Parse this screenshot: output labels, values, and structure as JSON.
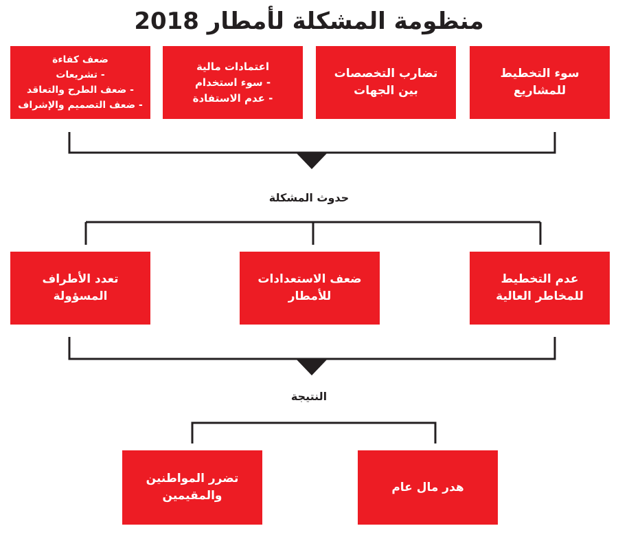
{
  "title": "منظومة المشكلة لأمطار 2018",
  "causes": [
    {
      "lines": [
        "سوء التخطيط",
        "للمشاريع"
      ]
    },
    {
      "lines": [
        "تضارب التخصصات",
        "بين الجهات"
      ]
    },
    {
      "lines": [
        "اعتمادات مالية",
        "- سوء استخدام",
        "- عدم الاستفادة"
      ]
    },
    {
      "lines": [
        "ضعف كفاءة",
        "- تشريعات",
        "- ضعف الطرح والتعاقد",
        "- ضعف التصميم والإشراف"
      ]
    }
  ],
  "stage_label_1": "حدوث المشكلة",
  "effects": [
    {
      "lines": [
        "عدم التخطيط",
        "للمخاطر العالية"
      ]
    },
    {
      "lines": [
        "ضعف الاستعدادات",
        "للأمطار"
      ]
    },
    {
      "lines": [
        "تعدد الأطراف",
        "المسؤولة"
      ]
    }
  ],
  "stage_label_2": "النتيجة",
  "results": [
    {
      "lines": [
        "هدر مال عام"
      ]
    },
    {
      "lines": [
        "تضرر المواطنين",
        "والمقيمين"
      ]
    }
  ],
  "colors": {
    "box": "#ed1c24",
    "line": "#231f20",
    "text_on_box": "#ffffff"
  }
}
